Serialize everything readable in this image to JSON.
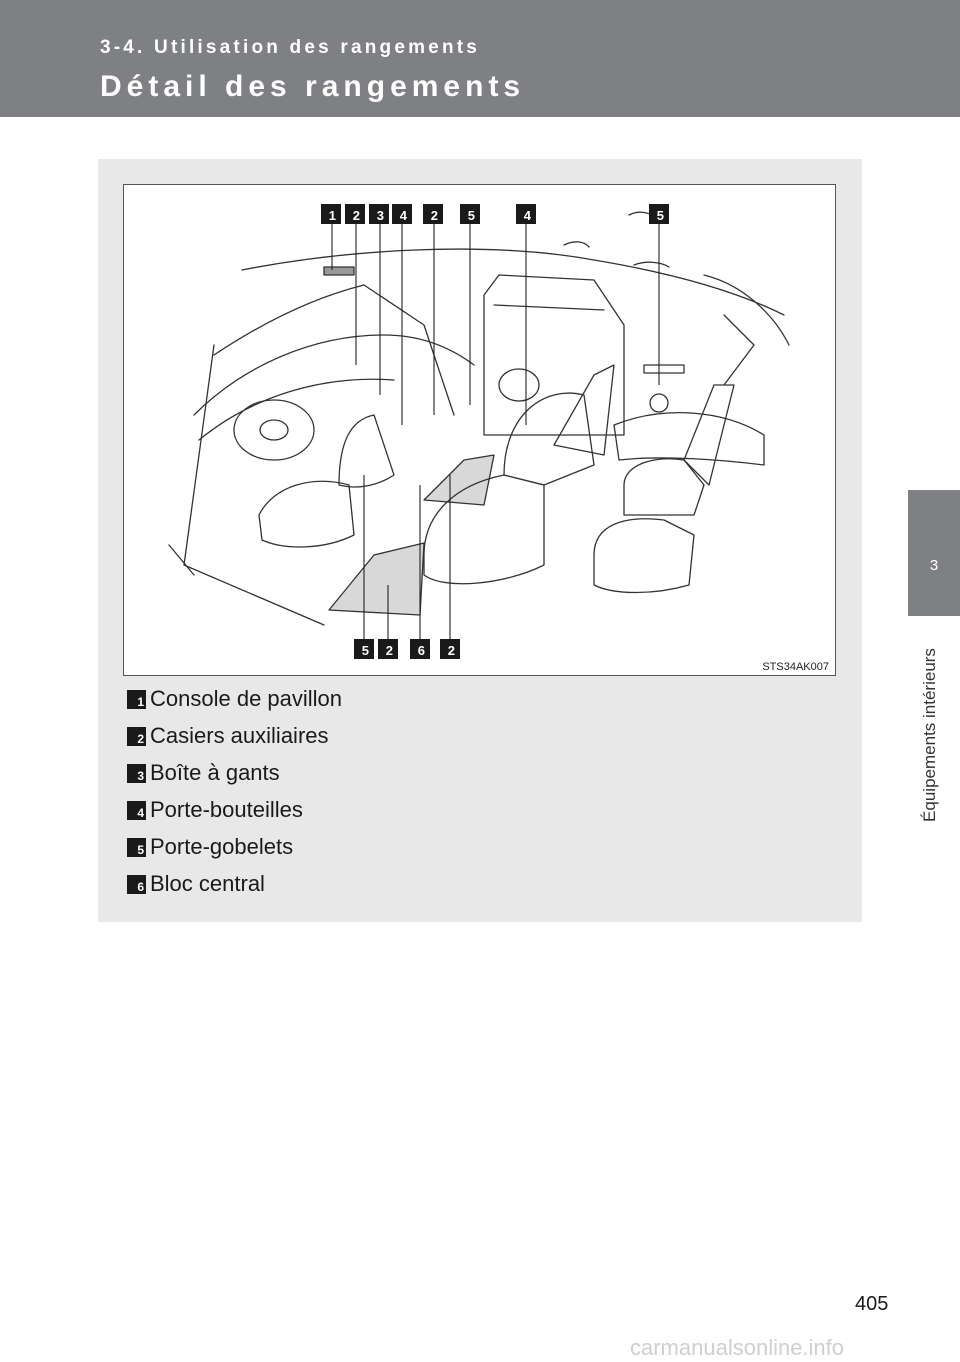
{
  "header": {
    "section_label": "3-4. Utilisation des rangements",
    "title": "Détail des rangements"
  },
  "side_tab": {
    "chapter_number": "3",
    "chapter_title": "Équipements intérieurs"
  },
  "figure": {
    "code": "STS34AK007",
    "callouts_top": [
      "1",
      "2",
      "3",
      "4",
      "2",
      "5",
      "4",
      "5"
    ],
    "callouts_bottom": [
      "5",
      "2",
      "6",
      "2"
    ]
  },
  "legend": [
    {
      "number": "1",
      "label": "Console de pavillon"
    },
    {
      "number": "2",
      "label": "Casiers auxiliaires"
    },
    {
      "number": "3",
      "label": "Boîte à gants"
    },
    {
      "number": "4",
      "label": "Porte-bouteilles"
    },
    {
      "number": "5",
      "label": "Porte-gobelets"
    },
    {
      "number": "6",
      "label": "Bloc central"
    }
  ],
  "page_number": "405",
  "watermark": "carmanualsonline.info"
}
